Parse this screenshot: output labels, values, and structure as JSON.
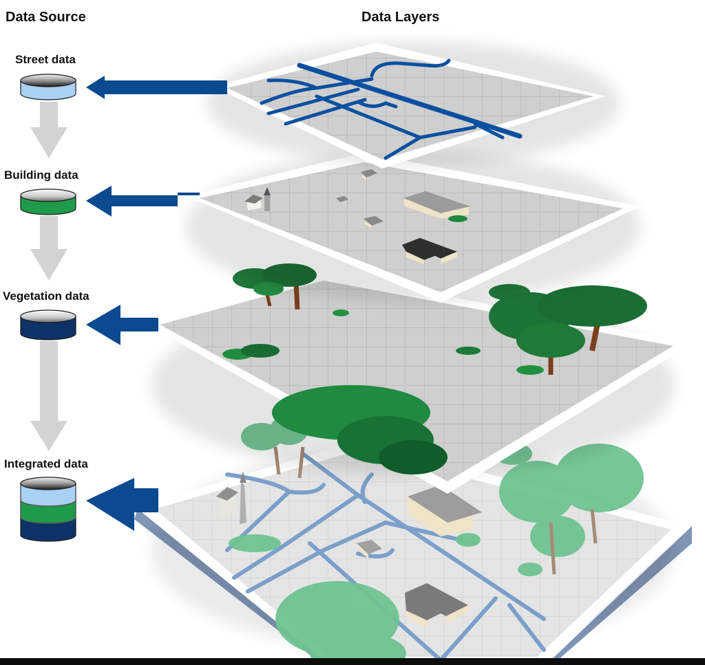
{
  "headers": {
    "data_source": "Data Source",
    "data_layers": "Data Layers"
  },
  "sources": [
    {
      "id": "street",
      "label": "Street data",
      "color": "#a9d0f5"
    },
    {
      "id": "building",
      "label": "Building data",
      "color": "#1e9a4a"
    },
    {
      "id": "vegetation",
      "label": "Vegetation data",
      "color": "#0f3266"
    },
    {
      "id": "integrated",
      "label": "Integrated data",
      "colors": [
        "#a9d0f5",
        "#1e9a4a",
        "#0f3266"
      ]
    }
  ],
  "layers": [
    {
      "id": "street-layer",
      "content": "streets"
    },
    {
      "id": "building-layer",
      "content": "buildings"
    },
    {
      "id": "vegetation-layer",
      "content": "trees and shrubs"
    },
    {
      "id": "integrated-layer",
      "content": "streets, buildings, vegetation combined"
    }
  ],
  "colors": {
    "arrow_blue": "#0b4a8f",
    "flow_arrow_gray": "#d0d0d0",
    "street_blue": "#0a50a0",
    "plane_gray": "#cfcfcf",
    "grid_line": "#a8a8a8",
    "integrated_street": "#7a9fc9",
    "base_side": "#7f95b5"
  }
}
